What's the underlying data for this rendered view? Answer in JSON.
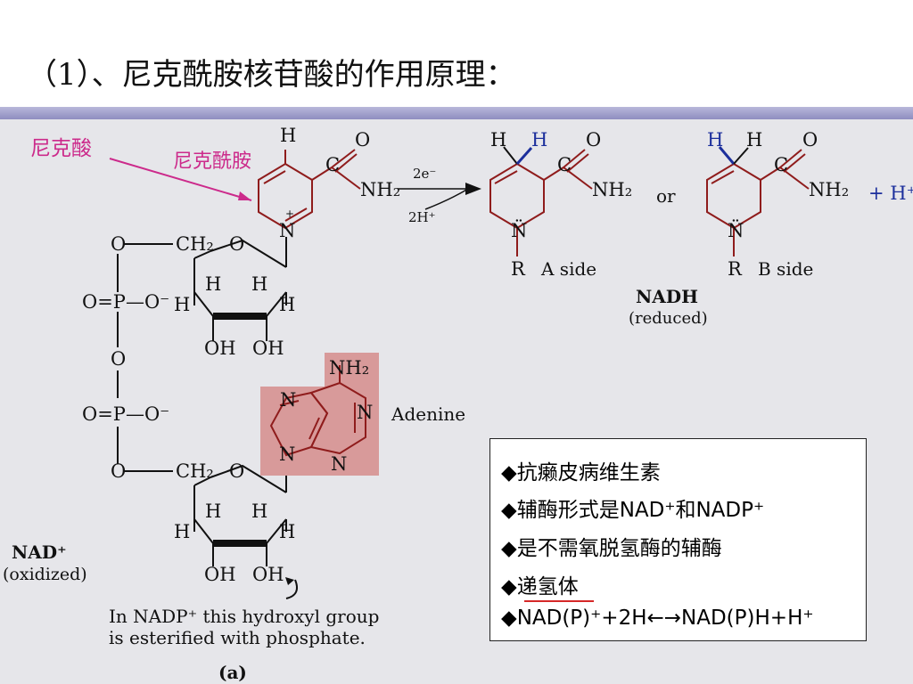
{
  "title": "（1）、尼克酰胺核苷酸的作用原理：",
  "colors": {
    "title_bar_top": "#b8b7da",
    "title_bar_bottom": "#8e8dc0",
    "panel_bg": "#e6e6ea",
    "pink_label": "#cc2a8b",
    "dark_red_structure": "#8f1c1c",
    "adenine_highlight": "#d89a9a",
    "hydrogen_blue": "#1c2f9c",
    "box_border": "#222222",
    "underline_red": "#d62828"
  },
  "labels": {
    "nicotinic_acid": "尼克酸",
    "nicotinamide": "尼克酰胺",
    "two_e": "2e⁻",
    "two_h_plus": "2H⁺",
    "or": "or",
    "plus_h_plus": "+ H⁺",
    "a_side": "A side",
    "b_side": "B side",
    "nadh": "NADH",
    "reduced": "(reduced)",
    "nad_plus": "NAD⁺",
    "oxidized": "(oxidized)",
    "adenine": "Adenine",
    "phosphate_note_1": "In NADP⁺ this hydroxyl group",
    "phosphate_note_2": "is esterified with phosphate.",
    "figure_label": "(a)"
  },
  "structure_text": {
    "h": "H",
    "o": "O",
    "c": "C",
    "nh2": "NH₂",
    "n": "N",
    "n_plus": "N",
    "r": "R",
    "ch2": "CH₂",
    "oh": "OH",
    "p": "P",
    "o_minus": "O⁻",
    "o_double": "O=P—O⁻",
    "n_dots": "N̈"
  },
  "notes": {
    "line1": "◆抗癞皮病维生素",
    "line2": "◆辅酶形式是NAD⁺和NADP⁺",
    "line3": "◆是不需氧脱氢酶的辅酶",
    "line4": "◆递氢体",
    "line5": "◆NAD(P)⁺+2H←→NAD(P)H+H⁺"
  }
}
